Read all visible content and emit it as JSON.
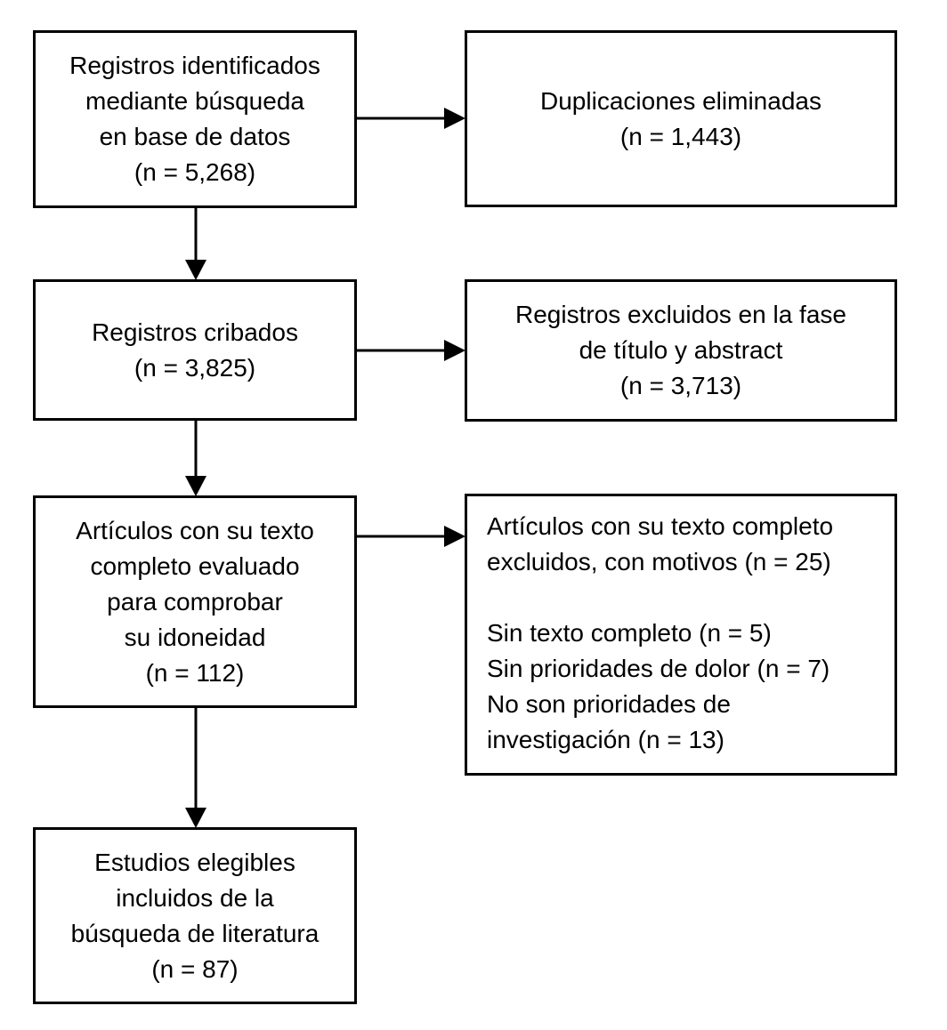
{
  "diagram": {
    "background": "#ffffff",
    "line_color": "#000000",
    "text_color": "#000000",
    "boxes": {
      "records_identified": {
        "lines": [
          "Registros identificados",
          "mediante búsqueda",
          "en base de datos",
          "(n = 5,268)"
        ]
      },
      "duplicates_removed": {
        "lines": [
          "Duplicaciones eliminadas",
          "(n = 1,443)"
        ]
      },
      "records_screened": {
        "lines": [
          "Registros cribados",
          "(n = 3,825)"
        ]
      },
      "excluded_title_abstract": {
        "lines": [
          "Registros excluidos en la fase",
          "de título y abstract",
          "(n = 3,713)"
        ]
      },
      "fulltext_assessed": {
        "lines": [
          "Artículos con su texto",
          "completo evaluado",
          "para comprobar",
          "su idoneidad",
          "(n = 112)"
        ]
      },
      "fulltext_excluded": {
        "lines": [
          "Artículos con su texto completo",
          "excluidos, con motivos (n = 25)",
          "",
          "Sin texto completo (n = 5)",
          "Sin prioridades de dolor (n = 7)",
          "No son prioridades de",
          "investigación (n = 13)"
        ]
      },
      "studies_included": {
        "lines": [
          "Estudios elegibles",
          "incluidos de la",
          "búsqueda de literatura",
          "(n = 87)"
        ]
      }
    }
  }
}
